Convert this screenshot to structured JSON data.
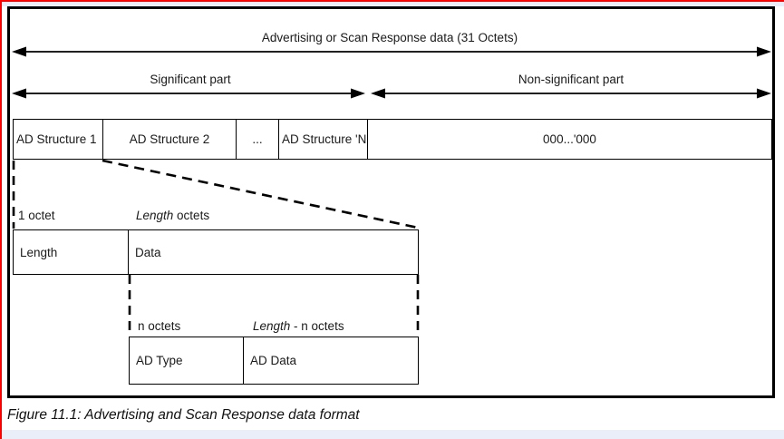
{
  "page": {
    "caption": "Figure 11.1: Advertising and Scan Response data format",
    "colors": {
      "annotation_red": "#ff0000",
      "page_background": "#ffffff",
      "strip_background": "#e9eef8",
      "line_color": "#000000"
    }
  },
  "diagram": {
    "top_arrow_label": "Advertising or Scan Response data (31 Octets)",
    "significant_label": "Significant part",
    "non_significant_label": "Non-significant part",
    "ad_row": {
      "cells": [
        "AD Structure 1",
        "AD Structure 2",
        "...",
        "AD Structure 'N",
        "000...'000"
      ]
    },
    "level2": {
      "octet_label": "1 octet",
      "length_octets": {
        "italic": "Length",
        "rest": " octets"
      },
      "cells": [
        "Length",
        "Data"
      ]
    },
    "level3": {
      "n_octets_label": "n octets",
      "length_n_octets": {
        "italic": "Length",
        "rest": " - n octets"
      },
      "cells": [
        "AD Type",
        "AD Data"
      ]
    }
  }
}
